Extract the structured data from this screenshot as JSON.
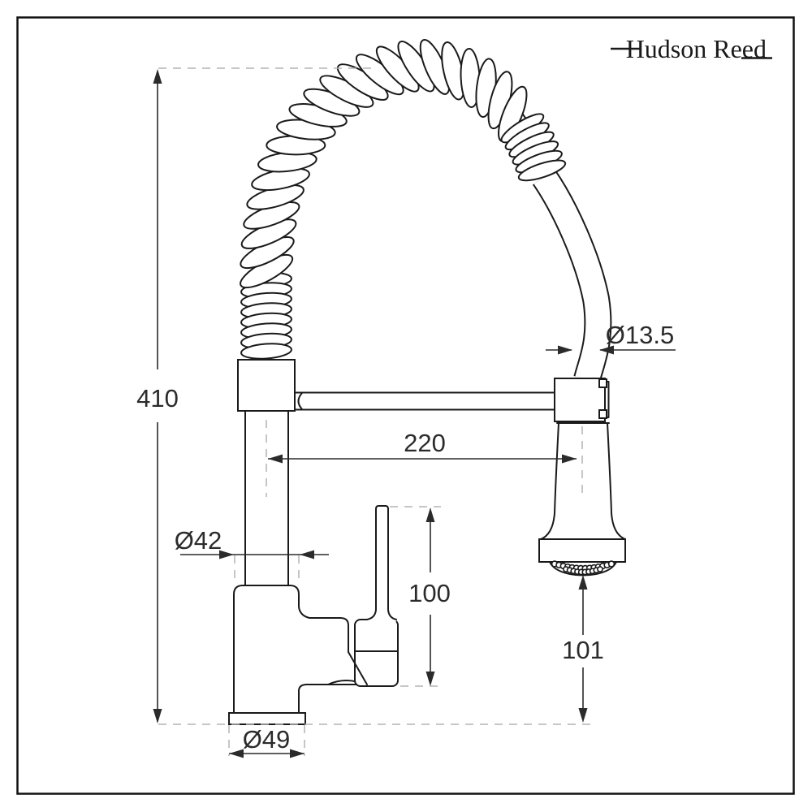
{
  "brand": {
    "name": "Hudson Reed"
  },
  "dimensions": {
    "overall_height": {
      "label": "410"
    },
    "spout_reach": {
      "label": "220"
    },
    "hose_diameter": {
      "label": "Ø13.5"
    },
    "body_diameter": {
      "label": "Ø42"
    },
    "handle_height": {
      "label": "100"
    },
    "spray_clearance": {
      "label": "101"
    },
    "base_diameter": {
      "label": "Ø49"
    }
  }
}
